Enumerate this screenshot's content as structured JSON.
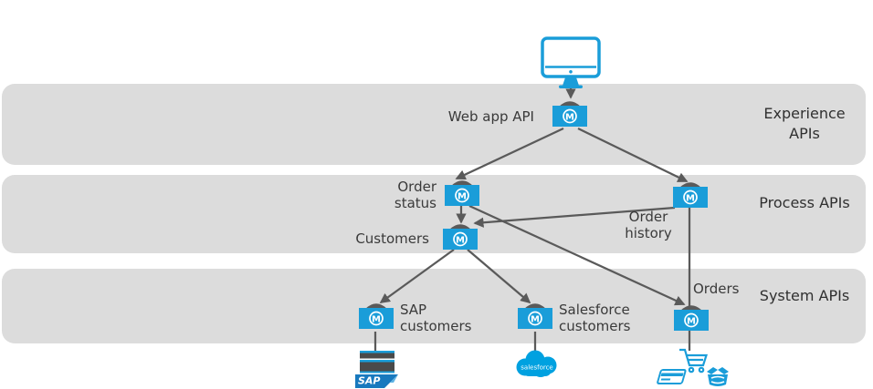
{
  "diagram": {
    "bands": [
      {
        "label": "Experience APIs"
      },
      {
        "label": "Process APIs"
      },
      {
        "label": "System APIs"
      }
    ],
    "nodes": {
      "web_app_api": "Web app API",
      "order_status": "Order status",
      "order_history": "Order history",
      "customers": "Customers",
      "sap_customers": "SAP customers",
      "salesforce_customers": "Salesforce customers",
      "orders": "Orders"
    },
    "logos": {
      "mule_letter": "M",
      "sap": "SAP",
      "salesforce": "salesforce"
    },
    "colors": {
      "mule_blue": "#1A9DD9",
      "salesforce_blue": "#00A1E0",
      "sap_logo_blue": "#1879BE",
      "band_gray": "#DCDCDC",
      "line_gray": "#5A5A5A",
      "text_dark": "#3A3A3A"
    }
  }
}
